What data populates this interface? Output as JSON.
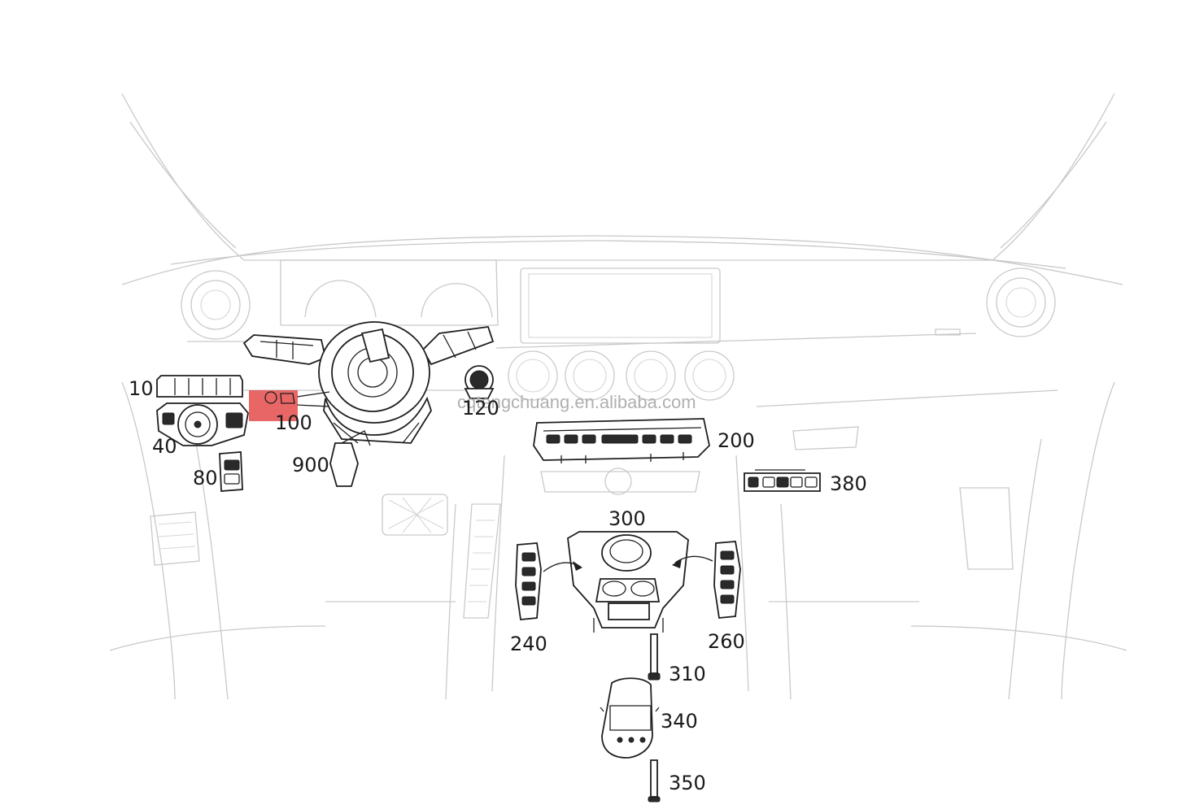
{
  "watermark": "cqtengchuang.en.alibaba.com",
  "highlight_color": "#e23b3b",
  "callouts": {
    "c10": "10",
    "c40": "40",
    "c80": "80",
    "c100": "100",
    "c120": "120",
    "c900": "900",
    "c200": "200",
    "c380": "380",
    "c300": "300",
    "c240": "240",
    "c260": "260",
    "c310": "310",
    "c340": "340",
    "c350": "350"
  },
  "highlighted_part": "100"
}
